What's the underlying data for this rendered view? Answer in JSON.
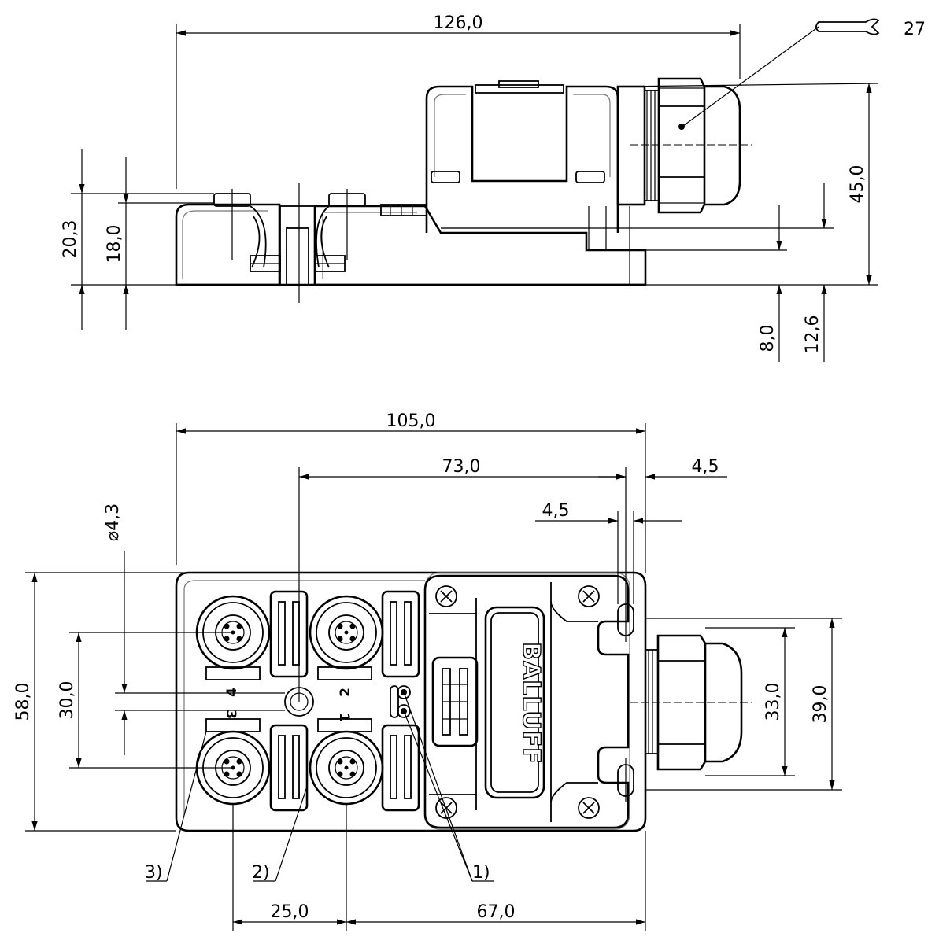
{
  "side_view": {
    "dim_top_length": "126,0",
    "dim_height_total": "45,0",
    "dim_left_outer": "20,3",
    "dim_left_inner": "18,0",
    "dim_right_a": "8,0",
    "dim_right_b": "12,6",
    "wrench_size": "27"
  },
  "top_view": {
    "dim_length": "105,0",
    "dim_hole_spacing": "73,0",
    "dim_edge_right": "4,5",
    "dim_edge_inner": "4,5",
    "dim_hole_diameter": "⌀4,3",
    "dim_width": "58,0",
    "dim_port_spacing_v": "30,0",
    "dim_cable_gland_inner": "33,0",
    "dim_cable_gland_outer": "39,0",
    "dim_port_spacing_h": "25,0",
    "dim_to_end": "67,0",
    "port_labels": [
      "4",
      "2",
      "3",
      "1"
    ],
    "brand": "BALLUFF",
    "callouts": [
      "3)",
      "2)",
      "1)"
    ]
  }
}
